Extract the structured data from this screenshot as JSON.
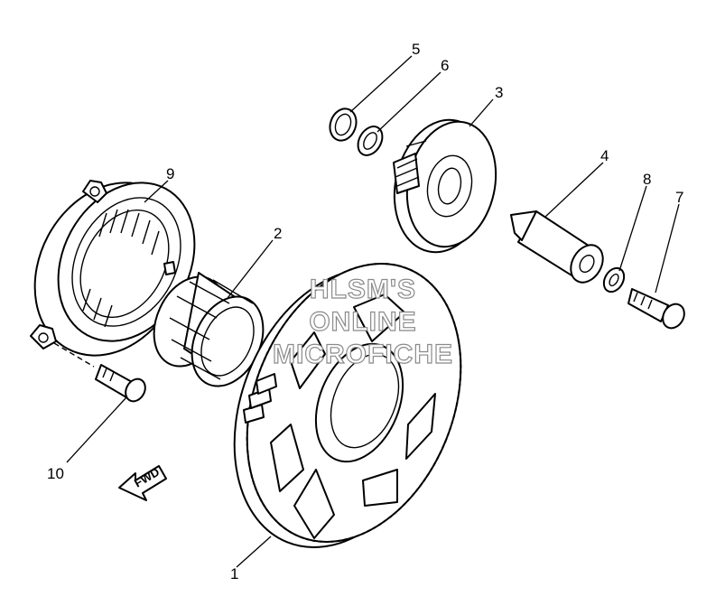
{
  "watermark": {
    "line1": "HLSM'S",
    "line2": "ONLINE",
    "line3": "MICROFICHE"
  },
  "direction_arrow": {
    "label": "FWD"
  },
  "callouts": [
    {
      "id": "1",
      "label": "1"
    },
    {
      "id": "2",
      "label": "2"
    },
    {
      "id": "3",
      "label": "3"
    },
    {
      "id": "4",
      "label": "4"
    },
    {
      "id": "5",
      "label": "5"
    },
    {
      "id": "6",
      "label": "6"
    },
    {
      "id": "7",
      "label": "7"
    },
    {
      "id": "8",
      "label": "8"
    },
    {
      "id": "9",
      "label": "9"
    },
    {
      "id": "10",
      "label": "10"
    }
  ]
}
